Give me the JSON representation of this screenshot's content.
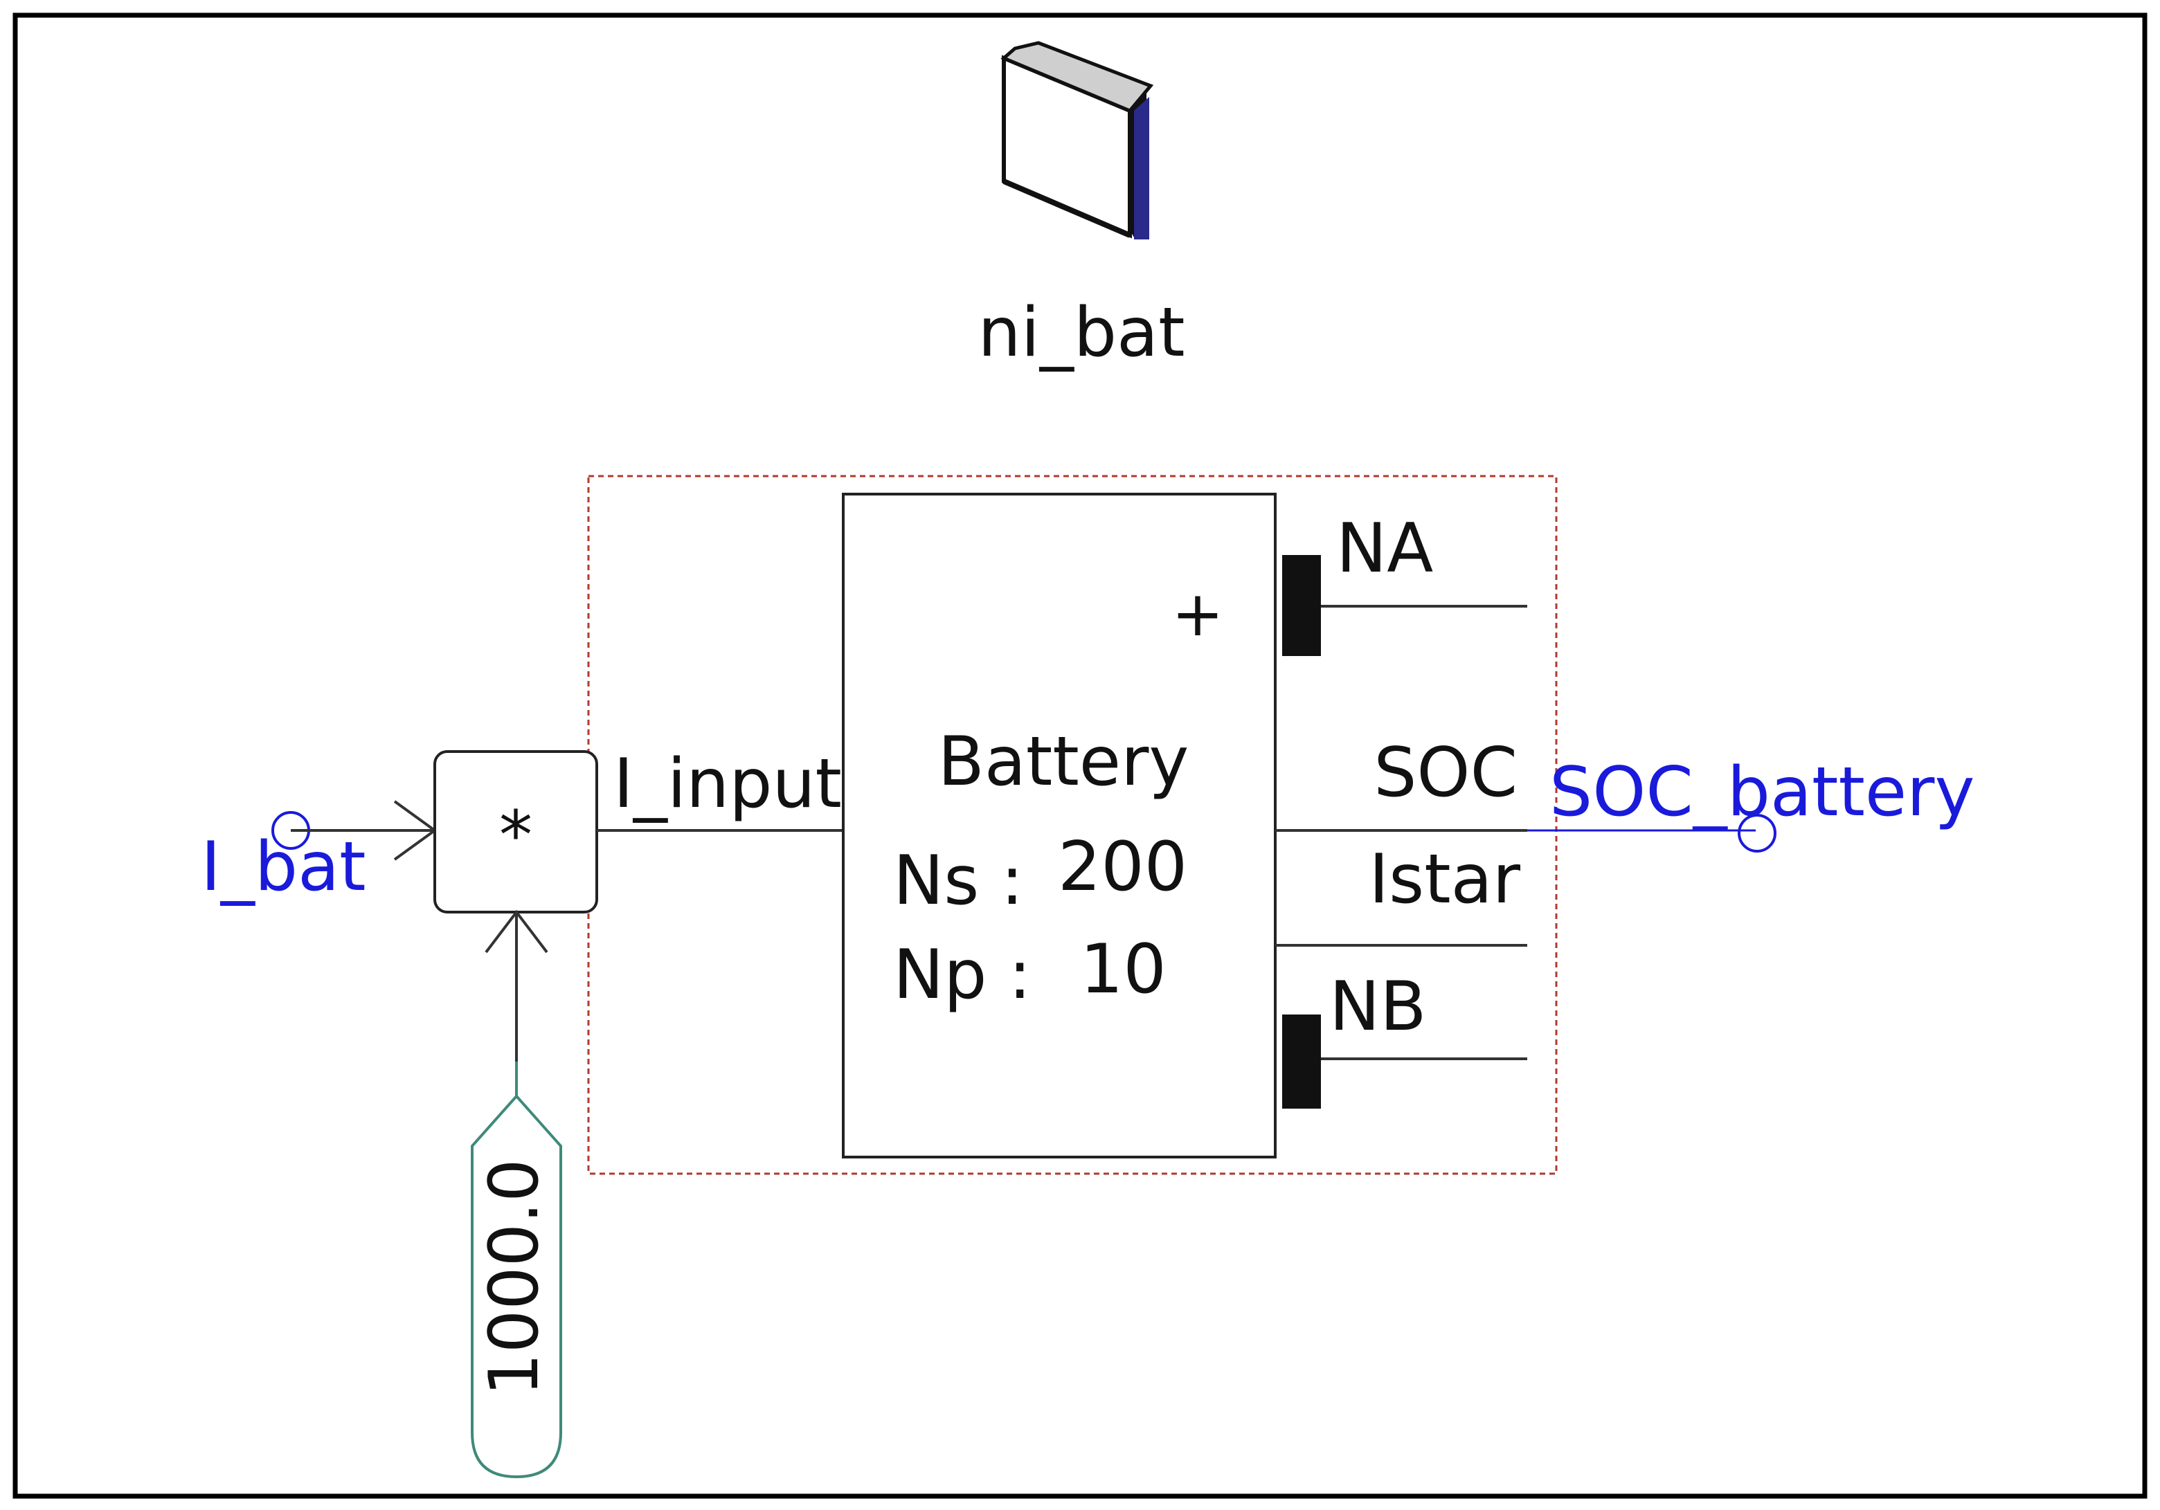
{
  "diagram": {
    "component_name": "ni_bat",
    "input_signal": "I_bat",
    "multiplier_symbol": "*",
    "gain_constant": "1000.0",
    "wire_label": "I_input",
    "battery": {
      "title": "Battery",
      "ns_label": "Ns :",
      "ns_value": "200",
      "np_label": "Np :",
      "np_value": "10",
      "plus_sign": "+",
      "pins": {
        "na": "NA",
        "soc": "SOC",
        "istar": "Istar",
        "nb": "NB"
      }
    },
    "output_signal": "SOC_battery",
    "colors": {
      "signal_text": "#1a1adb",
      "constant_stroke": "#3f8a7a",
      "selection_dash": "#b03a2e",
      "line": "#333333"
    }
  }
}
